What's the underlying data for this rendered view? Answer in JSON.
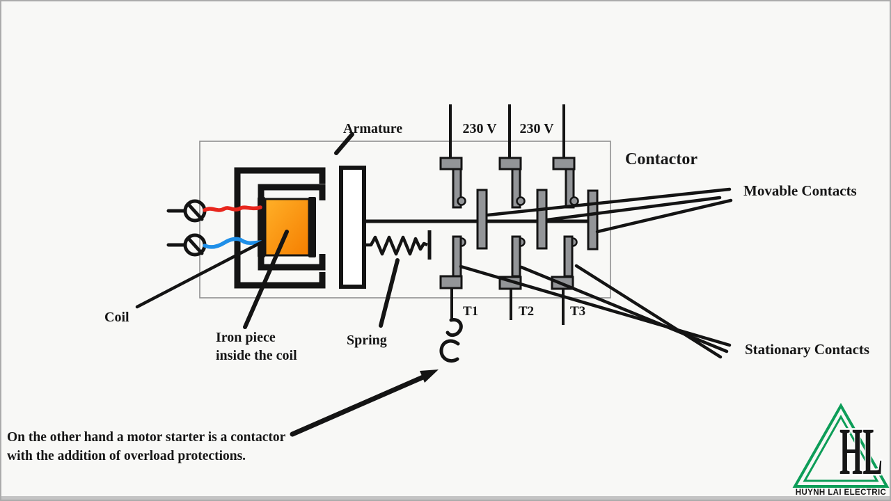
{
  "diagram": {
    "labels": {
      "armature": "Armature",
      "voltage_left": "230 V",
      "voltage_right": "230 V",
      "contactor": "Contactor",
      "movable_contacts": "Movable Contacts",
      "stationary_contacts": "Stationary Contacts",
      "coil": "Coil",
      "iron_piece_line1": "Iron piece",
      "iron_piece_line2": "inside the coil",
      "spring": "Spring",
      "terminal_t1": "T1",
      "terminal_t2": "T2",
      "terminal_t3": "T3"
    },
    "caption": {
      "line1": "On the other hand a motor starter is a contactor",
      "line2": "with the addition of overload protections."
    },
    "colors": {
      "coil_orange_light": "#ffb028",
      "coil_orange_dark": "#f57e00",
      "wire_red": "#e8261d",
      "wire_blue": "#1f8fe8",
      "contact_gray": "#939598",
      "box_gray": "#8f8f8f",
      "ink_black": "#141414"
    }
  },
  "logo": {
    "monogram": "HL",
    "company": "HUYNH LAI ELECTRIC",
    "color": "#0d9d58"
  }
}
